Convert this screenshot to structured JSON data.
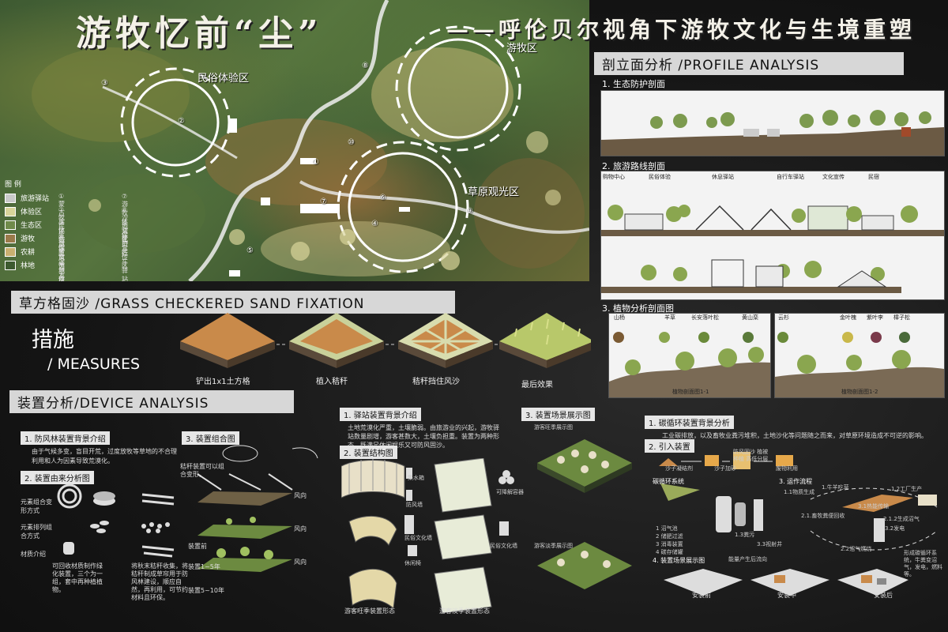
{
  "title": {
    "main": "游牧忆前“尘”",
    "sub": "——呼伦贝尔视角下游牧文化与生境重塑"
  },
  "map": {
    "zones": [
      "民俗体验区",
      "游牧区",
      "草原观光区"
    ],
    "legend_title": "图 例",
    "legend": [
      {
        "label": "旅游驿站",
        "color": "#c9c9c9"
      },
      {
        "label": "体验区",
        "color": "#d8d49a"
      },
      {
        "label": "生态区",
        "color": "#6f8a4a"
      },
      {
        "label": "游牧",
        "color": "#9a7a4a"
      },
      {
        "label": "农耕",
        "color": "#c9b070"
      },
      {
        "label": "林地",
        "color": "#3d5a30"
      }
    ],
    "legend_col2": [
      "①蒙古族体验馆",
      "②牧民生活区",
      "③民俗饮食馆",
      "④草原湿地保护区",
      "⑤风力发电站",
      "⑥草原观光台"
    ],
    "legend_col3": [
      "⑦游牧体验区",
      "⑧沙地保护区",
      "⑨文化宣传区",
      "⑩自行车驿站"
    ],
    "numbers": [
      "①",
      "②",
      "③",
      "④",
      "⑤",
      "⑥",
      "⑦",
      "⑧",
      "⑨",
      "⑩"
    ]
  },
  "profile": {
    "header": "剖立面分析 /PROFILE ANALYSIS",
    "s1": "1. 生态防护剖面",
    "s2": "2. 旅游路线剖面",
    "s2_labels": [
      "购物中心",
      "民俗体验",
      "休息驿站",
      "自行车驿站",
      "文化宣传",
      "民宿"
    ],
    "s3": "3. 植物分析剖面图",
    "s3_labels_a": [
      "山杨",
      "羊草",
      "长安落叶松",
      "黄山栾"
    ],
    "s3_labels_b": [
      "云杉",
      "金叶槐",
      "紫叶李",
      "樟子松"
    ],
    "s3_cap_a": "植物剖面图1-1",
    "s3_cap_b": "植物剖面图1-2"
  },
  "grass": {
    "header": "草方格固沙  /GRASS CHECKERED SAND FIXATION",
    "measures_cn": "措施",
    "measures_en": "/ MEASURES",
    "steps": [
      "铲出1x1土方格",
      "植入秸秆",
      "秸秆挡住风沙",
      "最后效果"
    ]
  },
  "device": {
    "header": "装置分析/DEVICE ANALYSIS",
    "b1": "1. 防风林装置背景介绍",
    "b1_text": "由于气候多变，盲目开荒，过度放牧等草地的不合理利用和人为因素导致荒漠化。",
    "b2": "2. 装置由来分析图",
    "b2_rows": [
      "元素组合变形方式",
      "元素排列组合方式",
      "材质介绍"
    ],
    "b2_note": "可回收材质制作绿化装置，三个为一组，套中再种植植物。",
    "b2_note2": "将秋末秸秆收集，将秸秆制成草帘用于防风林建设，顺应自然，再利用，可节约材料且环保。",
    "b3": "3. 装置组合图",
    "b3_note": "秸秆装置可以组合变形。",
    "b3_wind": [
      "风向",
      "风向",
      "风向"
    ],
    "b3_stages": [
      "装置前",
      "装置1~5年",
      "装置5~10年"
    ]
  },
  "station": {
    "b1": "1. 驿站装置背景介绍",
    "b1_text": "土地荒漠化严重，土壤脆弱。由旅游业的兴起，游牧驿站数量剧增，游客甚数大，土壤负担重。装置为两种形态，既满足休闲娱乐又可防风固沙。",
    "b2": "2. 装置结构图",
    "parts": [
      "集水箱",
      "防风墙",
      "可降解容器",
      "民俗文化墙",
      "民俗文化墙",
      "休闲椅"
    ],
    "caps": [
      "游客旺季装置形态",
      "游客淡季装置形态"
    ],
    "b3": "3. 装置场景展示图",
    "scene_caps": [
      "游客旺季展示图",
      "游客淡季展示图"
    ]
  },
  "carbon": {
    "b1": "1. 碳循环装置背景分析",
    "b1_text": "工业碳排放，以及畜牧业粪污堆积，土地沙化等问题随之而来，对草原环境造成不可逆的影响。",
    "b2": "2. 引入装置",
    "flow": [
      "沙子凝结剂",
      "沙子加砂",
      "废物利用"
    ],
    "b2_side": "防风固沙 植被种植 高低分层",
    "b3": "碳循环系统",
    "b3_flow": "3. 运作流程",
    "steps": [
      "1.牛羊吃草",
      "1.1物质生成",
      "1.2工厂生产",
      "2.1.畜牧粪便回收",
      "3.1热能传输",
      "2.1.2生成沼气",
      "3.2发电",
      "3.3视射井",
      "1.3粪污",
      "2.2沼气燃烧"
    ],
    "b4": "4. 装置场景展示图",
    "list": [
      "1 沼气池",
      "2 储肥过滤",
      "3 消毒装置",
      "4 碳存储罐"
    ],
    "cap_mid": "能量产生后流向",
    "cap_right": "形成碳循环系统，牛粪变沼气，发电，燃料等。",
    "scene": [
      "安装前",
      "安装中",
      "安装后"
    ]
  }
}
